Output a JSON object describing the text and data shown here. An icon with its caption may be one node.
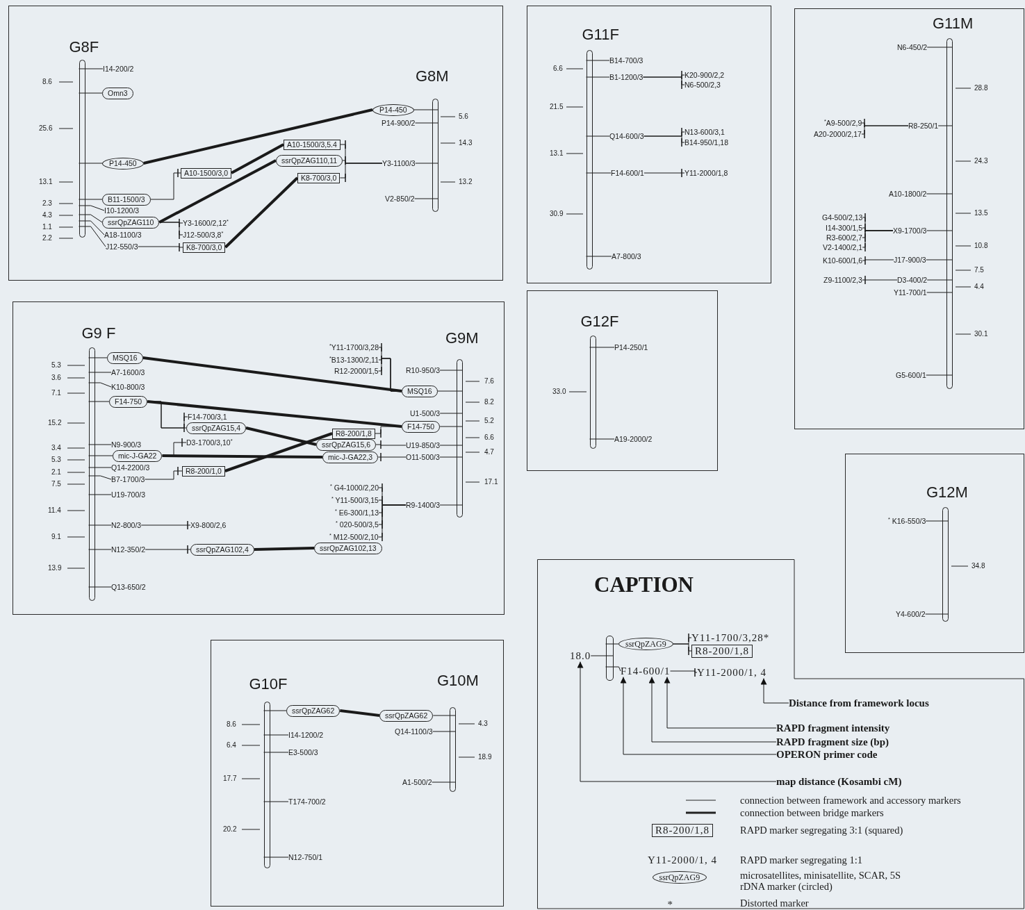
{
  "diagram": {
    "nodes": [
      {
        "text": [],
        "shape": "box"
      },
      {
        "text": [],
        "shape": "bar",
        "in": 0,
        "beside": [
          "G8F",
          "8.6",
          "25.6",
          "13.1",
          "2.3",
          "4.3",
          "1.1",
          "2.2"
        ]
      },
      {
        "text": [
          "I14-200/2"
        ],
        "in": 0
      },
      {
        "text": [
          "Omn3"
        ],
        "in": 0
      },
      {
        "text": [
          "P14-450"
        ],
        "in": 0
      },
      {
        "text": [
          "B11-1500/3"
        ],
        "in": 0
      },
      {
        "text": [
          "I10-1200/3"
        ],
        "in": 0
      },
      {
        "text": [
          "ssrQpZAG110"
        ],
        "in": 0
      },
      {
        "text": [
          "A18-1100/3"
        ],
        "in": 0
      },
      {
        "text": [
          "J12-550/3"
        ],
        "in": 0
      },
      {
        "text": [
          "A10-1500/3,0"
        ],
        "in": 0
      },
      {
        "text": [
          "Y3-1600/2,12$^{*}$"
        ],
        "in": 0
      },
      {
        "text": [
          "J12-500/3,8$^{*}$"
        ],
        "in": 0
      },
      {
        "text": [
          "K8-700/3,0"
        ],
        "in": 0
      },
      {
        "text": [
          "A10-1500/3,5.4"
        ],
        "in": 0
      },
      {
        "text": [
          "ssrQpZAG110,11"
        ],
        "in": 0
      },
      {
        "text": [
          "K8-700/3,0"
        ],
        "in": 0
      },
      {
        "text": [],
        "shape": "bar",
        "in": 0,
        "beside": [
          "G8M",
          "5.6",
          "14.3",
          "13.2"
        ]
      },
      {
        "text": [
          "P14-450"
        ],
        "in": 0
      },
      {
        "text": [
          "P14-900/2"
        ],
        "in": 0
      },
      {
        "text": [
          "Y3-1100/3"
        ],
        "in": 0
      },
      {
        "text": [
          "V2-850/2"
        ],
        "in": 0
      },
      {
        "text": [],
        "shape": "box"
      },
      {
        "text": [],
        "shape": "bar",
        "in": 22,
        "beside": [
          "G9 F",
          "5.3",
          "3.6",
          "7.1",
          "15.2",
          "3.4",
          "5.3",
          "2.1",
          "7.5",
          "11.4",
          "9.1",
          "13.9"
        ]
      },
      {
        "text": [
          "MSQ16"
        ],
        "in": 22
      },
      {
        "text": [
          "A7-1600/3"
        ],
        "in": 22
      },
      {
        "text": [
          "K10-800/3"
        ],
        "in": 22
      },
      {
        "text": [
          "F14-750"
        ],
        "in": 22
      },
      {
        "text": [
          "F14-700/3,1"
        ],
        "in": 22
      },
      {
        "text": [
          "ssrQpZAG15,4"
        ],
        "in": 22
      },
      {
        "text": [
          "N9-900/3"
        ],
        "in": 22
      },
      {
        "text": [
          "mic-J-GA22"
        ],
        "in": 22
      },
      {
        "text": [
          "D3-1700/3,10$^{*}$"
        ],
        "in": 22
      },
      {
        "text": [
          "Q14-2200/3"
        ],
        "in": 22
      },
      {
        "text": [
          "B7-1700/3"
        ],
        "in": 22
      },
      {
        "text": [
          "R8-200/1,0"
        ],
        "in": 22
      },
      {
        "text": [
          "U19-700/3"
        ],
        "in": 22
      },
      {
        "text": [
          "N2-800/3"
        ],
        "in": 22
      },
      {
        "text": [
          "X9-800/2,6"
        ],
        "in": 22
      },
      {
        "text": [
          "N12-350/2"
        ],
        "in": 22
      },
      {
        "text": [
          "ssrQpZAG102,4"
        ],
        "in": 22
      },
      {
        "text": [
          "Q13-650/2"
        ],
        "in": 22
      },
      {
        "text": [
          "$^{*}$Y11-1700/3,28"
        ],
        "in": 22
      },
      {
        "text": [
          "$^{*}$B13-1300/2,11"
        ],
        "in": 22
      },
      {
        "text": [
          "R12-2000/1,5"
        ],
        "in": 22
      },
      {
        "text": [],
        "shape": "bar",
        "in": 22,
        "beside": [
          "G9M",
          "7.6",
          "8.2",
          "5.2",
          "6.6",
          "4.7",
          "17.1"
        ]
      },
      {
        "text": [
          "R10-950/3"
        ],
        "in": 22
      },
      {
        "text": [
          "MSQ16"
        ],
        "in": 22
      },
      {
        "text": [
          "U1-500/3"
        ],
        "in": 22
      },
      {
        "text": [
          "R8-200/1,8"
        ],
        "in": 22
      },
      {
        "text": [
          "F14-750"
        ],
        "in": 22
      },
      {
        "text": [
          "ssrQpZAG15,6"
        ],
        "in": 22
      },
      {
        "text": [
          "U19-850/3"
        ],
        "in": 22
      },
      {
        "text": [
          "mic-J-GA22,3"
        ],
        "in": 22
      },
      {
        "text": [
          "O11-500/3"
        ],
        "in": 22
      },
      {
        "text": [
          "$^{*}$ G4-1000/2,20"
        ],
        "in": 22
      },
      {
        "text": [
          "$^{*}$ Y11-500/3,15"
        ],
        "in": 22
      },
      {
        "text": [
          "$^{*}$ E6-300/1,13"
        ],
        "in": 22
      },
      {
        "text": [
          "$^{*}$ 020-500/3,5"
        ],
        "in": 22
      },
      {
        "text": [
          "$^{*}$ M12-500/2,10"
        ],
        "in": 22
      },
      {
        "text": [
          "R9-1400/3"
        ],
        "in": 22
      },
      {
        "text": [
          "ssrQpZAG102,13"
        ],
        "in": 22
      },
      {
        "text": [],
        "shape": "box"
      },
      {
        "text": [],
        "shape": "bar",
        "in": 62,
        "beside": [
          "G10F",
          "8.6",
          "6.4",
          "17.7",
          "20.2"
        ]
      },
      {
        "text": [
          "ssrQpZAG62"
        ],
        "in": 62
      },
      {
        "text": [
          "I14-1200/2"
        ],
        "in": 62
      },
      {
        "text": [
          "E3-500/3"
        ],
        "in": 62
      },
      {
        "text": [
          "T174-700/2"
        ],
        "in": 62
      },
      {
        "text": [
          "N12-750/1"
        ],
        "in": 62
      },
      {
        "text": [],
        "shape": "bar",
        "in": 62,
        "beside": [
          "G10M",
          "4.3",
          "18.9"
        ]
      },
      {
        "text": [
          "ssrQpZAG62"
        ],
        "in": 62
      },
      {
        "text": [
          "Q14-1100/3"
        ],
        "in": 62
      },
      {
        "text": [
          "A1-500/2"
        ],
        "in": 62
      },
      {
        "text": [],
        "shape": "box"
      },
      {
        "text": [],
        "shape": "bar",
        "in": 73,
        "beside": [
          "G11F",
          "6.6",
          "21.5",
          "13.1",
          "30.9"
        ]
      },
      {
        "text": [
          "B14-700/3"
        ],
        "in": 73
      },
      {
        "text": [
          "B1-1200/3"
        ],
        "in": 73
      },
      {
        "text": [
          "K20-900/2,2"
        ],
        "in": 73
      },
      {
        "text": [
          "N6-500/2,3"
        ],
        "in": 73
      },
      {
        "text": [
          "Q14-600/3"
        ],
        "in": 73
      },
      {
        "text": [
          "N13-600/3,1"
        ],
        "in": 73
      },
      {
        "text": [
          "B14-950/1,18"
        ],
        "in": 73
      },
      {
        "text": [
          "F14-600/1"
        ],
        "in": 73
      },
      {
        "text": [
          "Y11-2000/1,8"
        ],
        "in": 73
      },
      {
        "text": [
          "A7-800/3"
        ],
        "in": 73
      },
      {
        "text": [],
        "shape": "box"
      },
      {
        "text": [],
        "shape": "bar",
        "in": 85,
        "beside": [
          "G12F",
          "33.0"
        ]
      },
      {
        "text": [
          "P14-250/1"
        ],
        "in": 85
      },
      {
        "text": [
          "A19-2000/2"
        ],
        "in": 85
      },
      {
        "text": [],
        "shape": "box"
      },
      {
        "text": [],
        "shape": "bar",
        "in": 89,
        "beside": [
          "G11M",
          "28.8",
          "24.3",
          "13.5",
          "10.8",
          "7.5",
          "4.4",
          "30.1"
        ]
      },
      {
        "text": [
          "N6-450/2"
        ],
        "in": 89
      },
      {
        "text": [
          "$^{*}$A9-500/2,9"
        ],
        "in": 89
      },
      {
        "text": [
          "A20-2000/2,17"
        ],
        "in": 89
      },
      {
        "text": [
          "R8-250/1"
        ],
        "in": 89
      },
      {
        "text": [
          "A10-1800/2"
        ],
        "in": 89
      },
      {
        "text": [
          "G4-500/2,13"
        ],
        "in": 89
      },
      {
        "text": [
          "I14-300/1,5"
        ],
        "in": 89
      },
      {
        "text": [
          "R3-600/2,7"
        ],
        "in": 89
      },
      {
        "text": [
          "V2-1400/2,1"
        ],
        "in": 89
      },
      {
        "text": [
          "X9-1700/3"
        ],
        "in": 89
      },
      {
        "text": [
          "K10-600/1,6"
        ],
        "in": 89
      },
      {
        "text": [
          "J17-900/3"
        ],
        "in": 89
      },
      {
        "text": [
          "Z9-1100/2,3"
        ],
        "in": 89
      },
      {
        "text": [
          "D3-400/2"
        ],
        "in": 89
      },
      {
        "text": [
          "Y11-700/1"
        ],
        "in": 89
      },
      {
        "text": [
          "G5-600/1"
        ],
        "in": 89
      },
      {
        "text": [],
        "shape": "box"
      },
      {
        "text": [],
        "shape": "bar",
        "in": 107,
        "beside": [
          "G12M",
          "34.8"
        ]
      },
      {
        "text": [
          "$^{*}$ K16-550/3"
        ],
        "in": 107
      },
      {
        "text": [
          "Y4-600/2"
        ],
        "in": 107
      },
      {
        "text": [
          "CAPTION"
        ]
      },
      {
        "text": [],
        "shape": "bar",
        "in": 111
      },
      {
        "text": [
          "ssrQpZAG9"
        ],
        "in": 111
      },
      {
        "text": [
          "Y11-1700/3,28*"
        ],
        "in": 111
      },
      {
        "text": [
          "R8-200/1,8"
        ],
        "in": 111
      },
      {
        "text": [
          "18.0"
        ],
        "in": 111
      },
      {
        "text": [
          "F14-600/1"
        ],
        "in": 111
      },
      {
        "text": [
          "Y11-2000/1, 4"
        ],
        "in": 111
      },
      {
        "text": [
          "Distance from framework locus"
        ],
        "in": 111
      },
      {
        "text": [
          "RAPD fragment intensity"
        ],
        "in": 111
      },
      {
        "text": [
          "RAPD fragment size (bp)"
        ],
        "in": 111
      },
      {
        "text": [
          "OPERON primer code"
        ],
        "in": 111
      },
      {
        "text": [
          "map distance (Kosambi cM)"
        ],
        "in": 111
      },
      {
        "text": [
          "R8-200/1,8"
        ],
        "in": 111
      },
      {
        "text": [
          "Y11-2000/1, 4"
        ],
        "in": 111
      },
      {
        "text": [
          "ssrQpZAG9"
        ],
        "in": 111
      },
      {
        "text": [
          "*"
        ],
        "in": 111
      }
    ],
    "edges": [
      {
        "from": 2,
        "to": 1,
        "arrow": "none"
      },
      {
        "from": 3,
        "to": 1,
        "arrow": "none"
      },
      {
        "from": 4,
        "to": 1,
        "arrow": "none"
      },
      {
        "from": 5,
        "to": 1,
        "arrow": "none"
      },
      {
        "from": 6,
        "to": 1,
        "arrow": "none"
      },
      {
        "from": 7,
        "to": 1,
        "arrow": "none"
      },
      {
        "from": 8,
        "to": 1,
        "arrow": "none"
      },
      {
        "from": 9,
        "to": 1,
        "arrow": "none"
      },
      {
        "from": 5,
        "to": 10,
        "arrow": "none"
      },
      {
        "from": 7,
        "to": 11,
        "arrow": "none"
      },
      {
        "from": 7,
        "to": 12,
        "arrow": "none"
      },
      {
        "from": 9,
        "to": 13,
        "arrow": "none"
      },
      {
        "from": 4,
        "to": 18,
        "arrow": "none",
        "style": "thick"
      },
      {
        "from": 10,
        "to": 14,
        "arrow": "none",
        "style": "thick"
      },
      {
        "from": 7,
        "to": 15,
        "arrow": "none",
        "style": "thick"
      },
      {
        "from": 13,
        "to": 16,
        "arrow": "none",
        "style": "thick"
      },
      {
        "from": 18,
        "to": 17,
        "arrow": "none"
      },
      {
        "from": 19,
        "to": 17,
        "arrow": "none"
      },
      {
        "from": 20,
        "to": 17,
        "arrow": "none"
      },
      {
        "from": 21,
        "to": 17,
        "arrow": "none"
      },
      {
        "from": 20,
        "to": 14,
        "arrow": "none"
      },
      {
        "from": 20,
        "to": 15,
        "arrow": "none"
      },
      {
        "from": 20,
        "to": 16,
        "arrow": "none"
      },
      {
        "from": 24,
        "to": 23,
        "arrow": "none"
      },
      {
        "from": 25,
        "to": 23,
        "arrow": "none"
      },
      {
        "from": 26,
        "to": 23,
        "arrow": "none"
      },
      {
        "from": 27,
        "to": 23,
        "arrow": "none"
      },
      {
        "from": 30,
        "to": 23,
        "arrow": "none"
      },
      {
        "from": 31,
        "to": 23,
        "arrow": "none"
      },
      {
        "from": 33,
        "to": 23,
        "arrow": "none"
      },
      {
        "from": 34,
        "to": 23,
        "arrow": "none"
      },
      {
        "from": 36,
        "to": 23,
        "arrow": "none"
      },
      {
        "from": 37,
        "to": 23,
        "arrow": "none"
      },
      {
        "from": 39,
        "to": 23,
        "arrow": "none"
      },
      {
        "from": 41,
        "to": 23,
        "arrow": "none"
      },
      {
        "from": 27,
        "to": 28,
        "arrow": "none"
      },
      {
        "from": 27,
        "to": 29,
        "arrow": "none"
      },
      {
        "from": 31,
        "to": 32,
        "arrow": "none"
      },
      {
        "from": 34,
        "to": 35,
        "arrow": "none"
      },
      {
        "from": 37,
        "to": 38,
        "arrow": "none"
      },
      {
        "from": 39,
        "to": 40,
        "arrow": "none"
      },
      {
        "from": 46,
        "to": 45,
        "arrow": "none"
      },
      {
        "from": 47,
        "to": 45,
        "arrow": "none"
      },
      {
        "from": 48,
        "to": 45,
        "arrow": "none"
      },
      {
        "from": 50,
        "to": 45,
        "arrow": "none"
      },
      {
        "from": 52,
        "to": 45,
        "arrow": "none"
      },
      {
        "from": 54,
        "to": 45,
        "arrow": "none"
      },
      {
        "from": 60,
        "to": 45,
        "arrow": "none"
      },
      {
        "from": 47,
        "to": 42,
        "arrow": "none"
      },
      {
        "from": 47,
        "to": 43,
        "arrow": "none"
      },
      {
        "from": 47,
        "to": 44,
        "arrow": "none"
      },
      {
        "from": 50,
        "to": 49,
        "arrow": "none"
      },
      {
        "from": 52,
        "to": 51,
        "arrow": "none"
      },
      {
        "from": 54,
        "to": 53,
        "arrow": "none"
      },
      {
        "from": 60,
        "to": 55,
        "arrow": "none"
      },
      {
        "from": 60,
        "to": 56,
        "arrow": "none"
      },
      {
        "from": 60,
        "to": 57,
        "arrow": "none"
      },
      {
        "from": 60,
        "to": 58,
        "arrow": "none"
      },
      {
        "from": 60,
        "to": 59,
        "arrow": "none"
      },
      {
        "from": 24,
        "to": 47,
        "arrow": "none",
        "style": "thick"
      },
      {
        "from": 27,
        "to": 50,
        "arrow": "none",
        "style": "thick"
      },
      {
        "from": 29,
        "to": 51,
        "arrow": "none",
        "style": "thick"
      },
      {
        "from": 31,
        "to": 53,
        "arrow": "none",
        "style": "thick"
      },
      {
        "from": 35,
        "to": 49,
        "arrow": "none",
        "style": "thick"
      },
      {
        "from": 40,
        "to": 61,
        "arrow": "none",
        "style": "thick"
      },
      {
        "from": 64,
        "to": 63,
        "arrow": "none"
      },
      {
        "from": 65,
        "to": 63,
        "arrow": "none"
      },
      {
        "from": 66,
        "to": 63,
        "arrow": "none"
      },
      {
        "from": 67,
        "to": 63,
        "arrow": "none"
      },
      {
        "from": 68,
        "to": 63,
        "arrow": "none"
      },
      {
        "from": 70,
        "to": 69,
        "arrow": "none"
      },
      {
        "from": 71,
        "to": 69,
        "arrow": "none"
      },
      {
        "from": 72,
        "to": 69,
        "arrow": "none"
      },
      {
        "from": 64,
        "to": 70,
        "arrow": "none",
        "style": "thick"
      },
      {
        "from": 75,
        "to": 74,
        "arrow": "none"
      },
      {
        "from": 76,
        "to": 74,
        "arrow": "none"
      },
      {
        "from": 79,
        "to": 74,
        "arrow": "none"
      },
      {
        "from": 82,
        "to": 74,
        "arrow": "none"
      },
      {
        "from": 84,
        "to": 74,
        "arrow": "none"
      },
      {
        "from": 76,
        "to": 77,
        "arrow": "none"
      },
      {
        "from": 76,
        "to": 78,
        "arrow": "none"
      },
      {
        "from": 79,
        "to": 80,
        "arrow": "none"
      },
      {
        "from": 79,
        "to": 81,
        "arrow": "none"
      },
      {
        "from": 82,
        "to": 83,
        "arrow": "none"
      },
      {
        "from": 87,
        "to": 86,
        "arrow": "none"
      },
      {
        "from": 88,
        "to": 86,
        "arrow": "none"
      },
      {
        "from": 91,
        "to": 90,
        "arrow": "none"
      },
      {
        "from": 94,
        "to": 90,
        "arrow": "none"
      },
      {
        "from": 95,
        "to": 90,
        "arrow": "none"
      },
      {
        "from": 100,
        "to": 90,
        "arrow": "none"
      },
      {
        "from": 102,
        "to": 90,
        "arrow": "none"
      },
      {
        "from": 104,
        "to": 90,
        "arrow": "none"
      },
      {
        "from": 105,
        "to": 90,
        "arrow": "none"
      },
      {
        "from": 106,
        "to": 90,
        "arrow": "none"
      },
      {
        "from": 94,
        "to": 92,
        "arrow": "none"
      },
      {
        "from": 94,
        "to": 93,
        "arrow": "none"
      },
      {
        "from": 100,
        "to": 96,
        "arrow": "none"
      },
      {
        "from": 100,
        "to": 97,
        "arrow": "none"
      },
      {
        "from": 100,
        "to": 98,
        "arrow": "none"
      },
      {
        "from": 100,
        "to": 99,
        "arrow": "none"
      },
      {
        "from": 102,
        "to": 101,
        "arrow": "none"
      },
      {
        "from": 104,
        "to": 103,
        "arrow": "none"
      },
      {
        "from": 109,
        "to": 108,
        "arrow": "none"
      },
      {
        "from": 110,
        "to": 108,
        "arrow": "none"
      },
      {
        "from": 113,
        "to": 112,
        "arrow": "none"
      },
      {
        "from": 117,
        "to": 112,
        "arrow": "none"
      },
      {
        "from": 116,
        "to": 112,
        "arrow": "none"
      },
      {
        "from": 113,
        "to": 114,
        "arrow": "none"
      },
      {
        "from": 113,
        "to": 115,
        "arrow": "none"
      },
      {
        "from": 117,
        "to": 118,
        "arrow": "none"
      },
      {
        "from": 119,
        "to": 118,
        "arrow": "to"
      },
      {
        "from": 120,
        "to": 117,
        "arrow": "to"
      },
      {
        "from": 121,
        "to": 117,
        "arrow": "to"
      },
      {
        "from": 122,
        "to": 117,
        "arrow": "to"
      },
      {
        "from": 123,
        "to": 116,
        "arrow": "to"
      }
    ],
    "legend": [
      {
        "text": "connection between framework and accessory markers"
      },
      {
        "text": "connection between bridge markers"
      },
      {
        "text": "RAPD marker segregating 3:1 (squared)"
      },
      {
        "text": "RAPD marker segregating 1:1"
      },
      {
        "text": "microsatellites, minisatellite, SCAR, 5S rDNA marker (circled)"
      },
      {
        "text": "Distorted marker"
      }
    ]
  }
}
